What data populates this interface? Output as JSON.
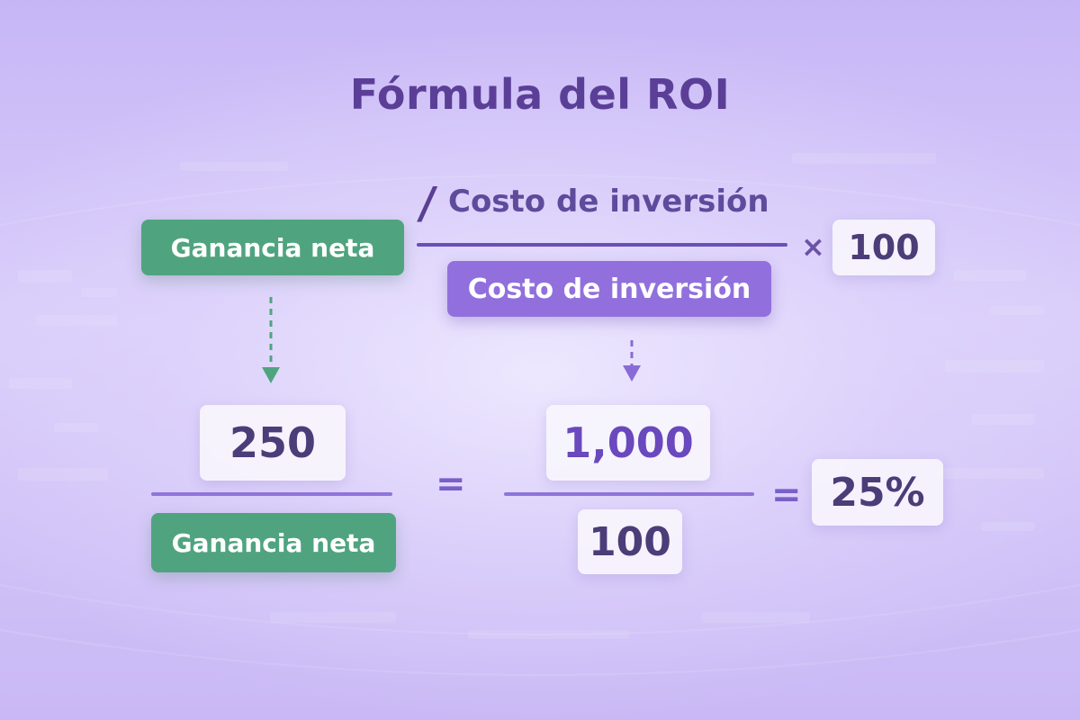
{
  "title": "Fórmula del ROI",
  "formula": {
    "numerator_label": "Ganancia neta",
    "operator_slash": "/",
    "header_label": "Costo de inversión",
    "denominator_label": "Costo de inversión",
    "times_symbol": "×",
    "multiplier": "100"
  },
  "example": {
    "left_numerator": "250",
    "left_denominator_label": "Ganancia neta",
    "equals_1": "=",
    "right_numerator": "1,000",
    "right_denominator": "100",
    "equals_2": "=",
    "result": "25%"
  },
  "colors": {
    "background": "#cdbcf7",
    "title": "#5b3f97",
    "green_pill": "#4fa47f",
    "purple_pill": "#9170dd",
    "fraction_line": "#6a4fb6",
    "arrow_green": "#4fa47f",
    "arrow_purple": "#8a6ad6"
  }
}
